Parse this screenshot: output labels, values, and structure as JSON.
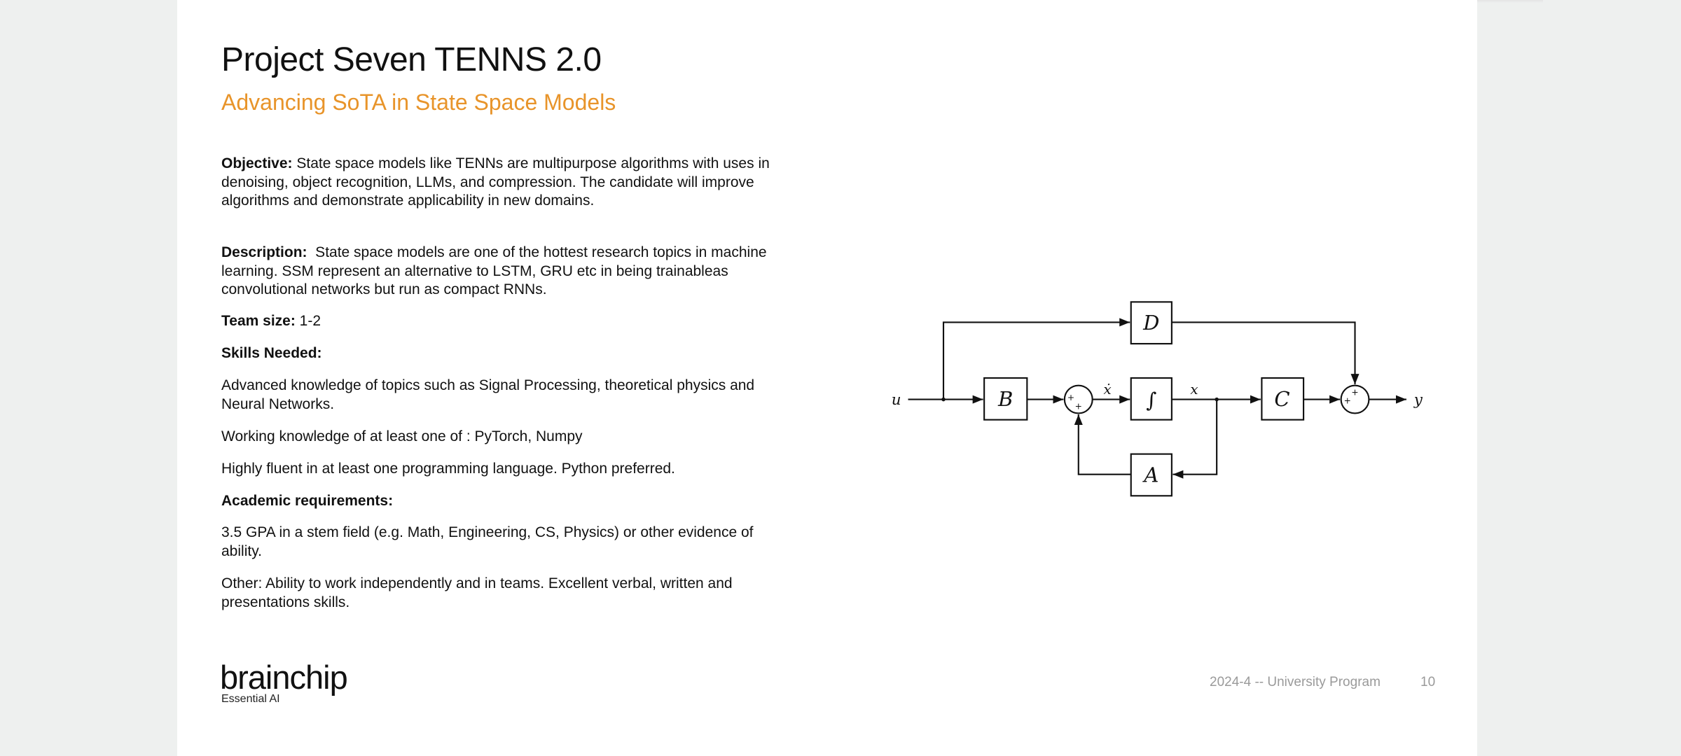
{
  "slide": {
    "title": "Project Seven TENNS 2.0",
    "subtitle": "Advancing SoTA in State Space Models",
    "objective": {
      "label": "Objective:",
      "text": " State space models like TENNs are multipurpose algorithms with uses in denoising, object recognition, LLMs, and compression. The candidate will improve algorithms and demonstrate applicability in new domains."
    },
    "description": {
      "label": "Description:",
      "text": "  State space models are one of the hottest research topics in machine learning. SSM represent an alternative to LSTM, GRU etc in being trainableas convolutional networks but run as compact RNNs."
    },
    "team_size": {
      "label": "Team size:",
      "text": " 1-2"
    },
    "skills_heading": "Skills Needed:",
    "skills": [
      "Advanced knowledge of topics such as Signal Processing, theoretical physics and Neural Networks.",
      "Working knowledge of at least one of : PyTorch, Numpy",
      "Highly fluent in at least one programming language. Python preferred."
    ],
    "academic_heading": "Academic requirements:",
    "academic": "3.5 GPA in a stem field (e.g. Math, Engineering, CS, Physics)  or other evidence of ability.",
    "other": "Other: Ability to work independently and in teams. Excellent verbal, written and presentations skills."
  },
  "diagram": {
    "input": "u",
    "output": "y",
    "blocks": {
      "B": "B",
      "integrator": "∫",
      "C": "C",
      "D": "D",
      "A": "A"
    },
    "x_dot": "ẋ",
    "x": "x",
    "plus": "+"
  },
  "footer": {
    "logo": "brainchip",
    "tagline": "Essential AI",
    "program": "2024-4 -- University Program",
    "page_number": "10"
  }
}
